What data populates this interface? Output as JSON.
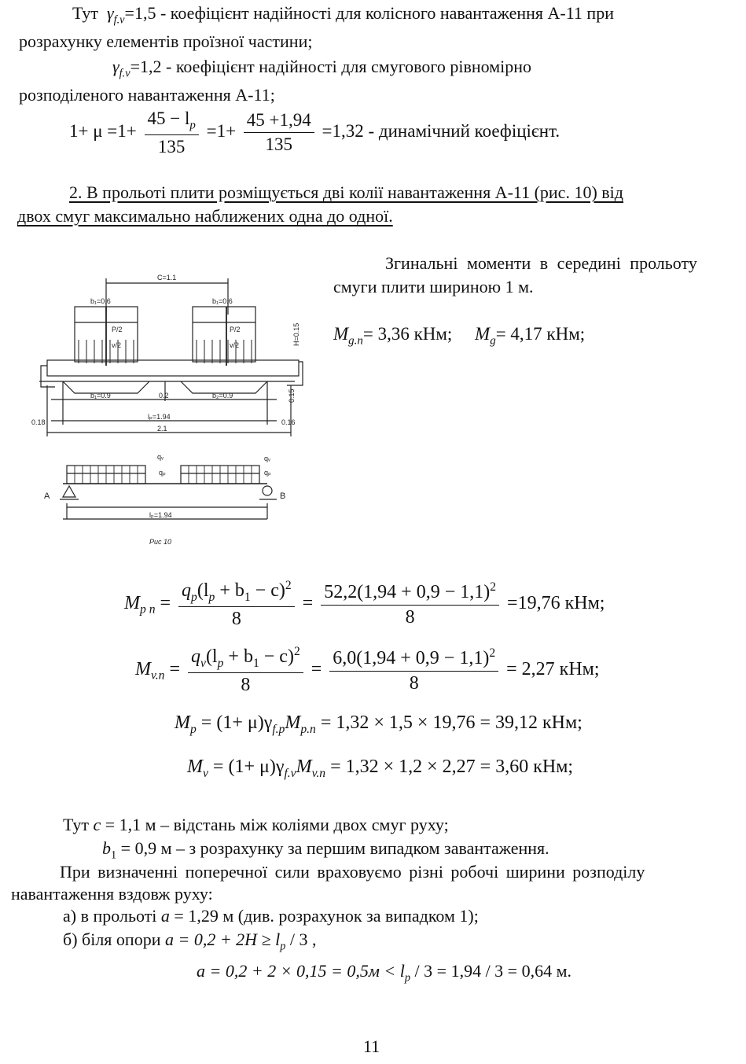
{
  "paragraph_top": {
    "line1_prefix": "Тут",
    "line1_formula_gamma": "γ",
    "line1_formula_sub": "f.v",
    "line1_formula_value": "=1,5",
    "line1_text": " - коефіцієнт надійності для колісного навантаження А-11 при",
    "line2_text": "розрахунку елементів проїзної частини;",
    "line3_formula_gamma": "γ",
    "line3_formula_sub": "f.v",
    "line3_formula_value": "=1,2",
    "line3_text": " - коефіцієнт надійності для смугового рівномірно",
    "line4_text": "розподіленого навантаження А-11;"
  },
  "dynamic_formula": {
    "lhs": "1+ μ =1+",
    "frac1_num": "45 − l",
    "frac1_num_sub": "p",
    "frac1_den": "135",
    "mid": "=1+",
    "frac2_num": "45 +1,94",
    "frac2_den": "135",
    "result": "=1,32",
    "label": " - динамічний коефіцієнт."
  },
  "section2": {
    "line1": "2. В прольоті плити розміщується дві колії навантаження А-11 (рис. 10) від",
    "line2": "двох смуг максимально наближених одна до одної."
  },
  "right_text": {
    "line1": "Згинальні моменти в середині прольоту",
    "line2": "смуги плити шириною 1 м.",
    "m_gn_label": "M",
    "m_gn_sub": "g.n",
    "m_gn_value": "= 3,36 кНм;",
    "m_g_label": "M",
    "m_g_sub": "g",
    "m_g_value": "= 4,17 кНм;"
  },
  "figure": {
    "caption": "Рис 10",
    "labels": {
      "c": "C=1.1",
      "b_left_top": "b₁=0.6",
      "b_right_top": "b₁=0.6",
      "p2_left": "P/2",
      "p2_right": "P/2",
      "v2_left": "v/2",
      "v2_right": "v/2",
      "b1": "b₁=0.9",
      "b_mid": "0.2",
      "b2": "b₂=0.9",
      "lp": "lₚ=1.94",
      "total": "2.1",
      "left_edge": "0.18",
      "right_edge": "0.16",
      "h": "H=0.15",
      "t": "0.15",
      "qv_left": "qᵥ",
      "qp_left": "qₚ",
      "qv_right": "qᵥ",
      "qp_right": "qₚ",
      "support_a": "A",
      "support_b": "B",
      "lp_bottom": "lₚ=1.94"
    }
  },
  "formulas": {
    "mpn_lhs": "M",
    "mpn_sub": "p n",
    "mpn_num": "q",
    "mpn_num_sub": "p",
    "mpn_num_rest": "(l",
    "mpn_num_rest_sub": "p",
    "mpn_num_tail": " + b",
    "mpn_num_tail_sub": "1",
    "mpn_num_end": " − c)",
    "mpn_num_exp": "2",
    "mpn_den": "8",
    "mpn_frac2_num": "52,2(1,94 + 0,9 − 1,1)",
    "mpn_frac2_exp": "2",
    "mpn_frac2_den": "8",
    "mpn_result": "=19,76 кНм;",
    "mvn_lhs": "M",
    "mvn_sub": "v.n",
    "mvn_num": "q",
    "mvn_num_sub": "v",
    "mvn_num_rest": "(l",
    "mvn_num_rest_sub": "p",
    "mvn_num_tail": " + b",
    "mvn_num_tail_sub": "1",
    "mvn_num_end": " − c)",
    "mvn_num_exp": "2",
    "mvn_den": "8",
    "mvn_frac2_num": "6,0(1,94 + 0,9 − 1,1)",
    "mvn_frac2_exp": "2",
    "mvn_frac2_den": "8",
    "mvn_result": "= 2,27 кНм;",
    "mp_text": "M",
    "mp_sub": "p",
    "mp_mid": " = (1+ μ)γ",
    "mp_mid_sub": "f.p",
    "mp_m": "M",
    "mp_m_sub": "p.n",
    "mp_result": " = 1,32 × 1,5 × 19,76 = 39,12  кНм;",
    "mv_text": "M",
    "mv_sub": "v",
    "mv_mid": " = (1+ μ)γ",
    "mv_mid_sub": "f.v",
    "mv_m": "M",
    "mv_m_sub": "v.n",
    "mv_result": " = 1,32 × 1,2 × 2,27 = 3,60  кНм;"
  },
  "bottom_text": {
    "line1_prefix": "Тут  ",
    "line1_var": "c",
    "line1_rest": " = 1,1 м – відстань між коліями двох смуг руху;",
    "line2_var": "b",
    "line2_sub": "1",
    "line2_rest": " = 0,9 м – з розрахунку за першим випадком завантаження.",
    "line3": "При визначенні поперечної сили враховуємо різні робочі ширини розподілу",
    "line4": "навантаження вздовж руху:",
    "line5_prefix": "а) в прольоті ",
    "line5_var": "a",
    "line5_rest": " = 1,29 м (див. розрахунок за випадком 1);",
    "line6_prefix": "б) біля опори  ",
    "line6_formula": "a = 0,2 + 2H ≥ l",
    "line6_sub": "p",
    "line6_end": " / 3 ,",
    "line7_formula": "a = 0,2 + 2 × 0,15 = 0,5м < l",
    "line7_sub": "p",
    "line7_end": " / 3 = 1,94 / 3 = 0,64  м."
  },
  "page_number": "11"
}
